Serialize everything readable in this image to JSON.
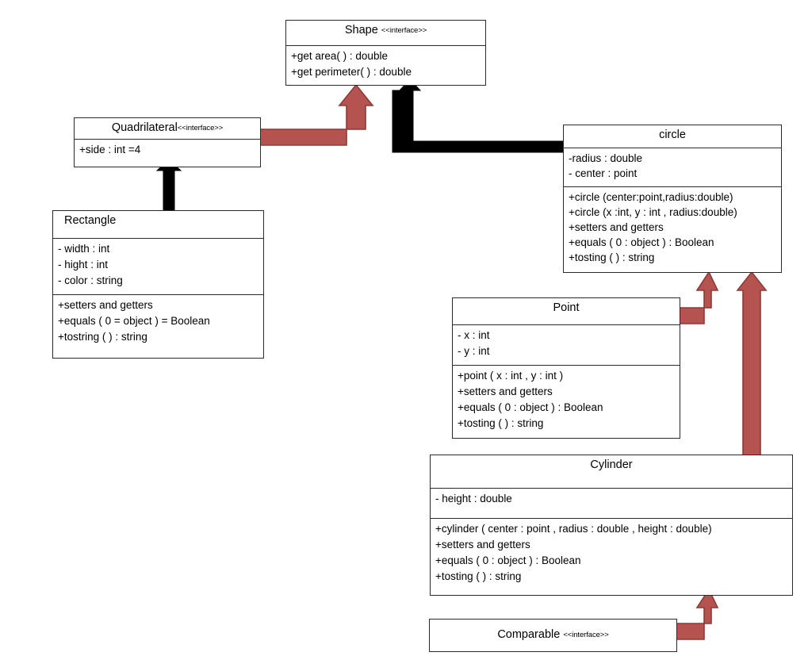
{
  "diagram": {
    "title": "Shape class hierarchy UML diagram",
    "colors": {
      "box_border": "#2b2b2b",
      "box_fill": "#ffffff",
      "inherit_red": "#b4534f",
      "inherit_red_edge": "#8d3a36",
      "inherit_black": "#000000",
      "background": "#ffffff"
    },
    "stereotype": "<<interface>>",
    "classes": [
      {
        "id": "shape",
        "name": "Shape",
        "stereotype": "<<interface>>",
        "title_align": "center",
        "attributes": [],
        "operations": [
          "+get area( ) : double",
          "+get perimeter( ) : double"
        ]
      },
      {
        "id": "quadrilateral",
        "name": "Quadrilateral",
        "stereotype": "<<interface>>",
        "title_align": "center",
        "attributes": [
          "+side : int =4"
        ],
        "operations": []
      },
      {
        "id": "rectangle",
        "name": "Rectangle",
        "stereotype": "",
        "title_align": "left",
        "attributes": [
          "- width : int",
          "- hight : int",
          "- color : string"
        ],
        "operations": [
          "+setters and getters",
          "+equals ( 0 = object ) = Boolean",
          "+tostring ( ) : string"
        ]
      },
      {
        "id": "circle",
        "name": "circle",
        "stereotype": "",
        "title_align": "center",
        "attributes": [
          "-radius : double",
          "- center : point"
        ],
        "operations": [
          "+circle (center:point,radius:double)",
          "+circle (x :int, y : int , radius:double)",
          "+setters and getters",
          "+equals ( 0 : object ) : Boolean",
          "+tosting ( ) : string"
        ]
      },
      {
        "id": "point",
        "name": "Point",
        "stereotype": "",
        "title_align": "center",
        "attributes": [
          "- x : int",
          "- y : int"
        ],
        "operations": [
          "+point ( x : int , y : int )",
          "+setters and getters",
          "+equals ( 0 : object ) : Boolean",
          "+tosting ( ) : string"
        ]
      },
      {
        "id": "cylinder",
        "name": "Cylinder",
        "stereotype": "",
        "title_align": "center",
        "attributes": [
          "- height : double"
        ],
        "operations": [
          "+cylinder ( center : point , radius : double , height : double)",
          "+setters and getters",
          "+equals ( 0 : object ) : Boolean",
          "+tosting ( ) : string"
        ]
      },
      {
        "id": "comparable",
        "name": "Comparable",
        "stereotype": "<<interface>>",
        "title_align": "center",
        "attributes": [],
        "operations": []
      }
    ],
    "connections": [
      {
        "id": "quad-to-shape",
        "from": "quadrilateral",
        "to": "shape",
        "kind": "realization",
        "color": "#b4534f",
        "shape": "elbow-right-up"
      },
      {
        "id": "circle-to-shape",
        "from": "circle",
        "to": "shape",
        "kind": "generalization",
        "color": "#000000",
        "shape": "elbow-left-up"
      },
      {
        "id": "rectangle-to-quad",
        "from": "rectangle",
        "to": "quadrilateral",
        "kind": "generalization",
        "color": "#000000",
        "shape": "straight-up"
      },
      {
        "id": "point-to-circle",
        "from": "point",
        "to": "circle",
        "kind": "realization",
        "color": "#b4534f",
        "shape": "elbow-right-up"
      },
      {
        "id": "cylinder-to-circle",
        "from": "cylinder",
        "to": "circle",
        "kind": "realization",
        "color": "#b4534f",
        "shape": "straight-up"
      },
      {
        "id": "comparable-to-cylinder",
        "from": "comparable",
        "to": "cylinder",
        "kind": "realization",
        "color": "#b4534f",
        "shape": "elbow-right-up"
      }
    ]
  }
}
